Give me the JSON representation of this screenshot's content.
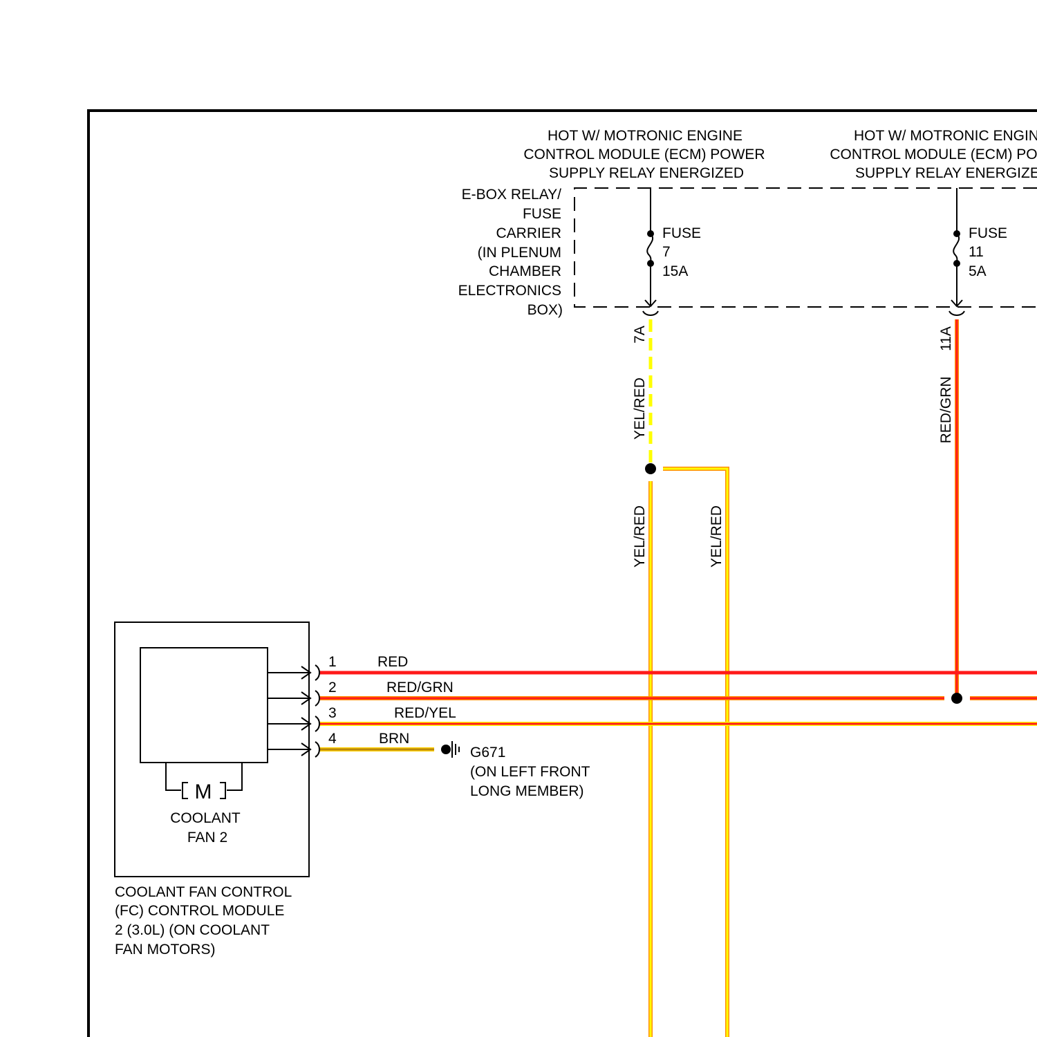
{
  "header_left": {
    "line1": "HOT W/ MOTRONIC ENGINE",
    "line2": "CONTROL MODULE (ECM) POWER",
    "line3": "SUPPLY RELAY ENERGIZED"
  },
  "header_right": {
    "line1": "HOT W/ MOTRONIC ENGINE",
    "line2": "CONTROL MODULE (ECM) POWER",
    "line3": "SUPPLY RELAY ENERGIZED"
  },
  "ebox": {
    "line1": "E-BOX RELAY/",
    "line2": "FUSE",
    "line3": "CARRIER",
    "line4": "(IN PLENUM",
    "line5": "CHAMBER",
    "line6": "ELECTRONICS",
    "line7": "BOX)"
  },
  "fuse7": {
    "name": "FUSE",
    "number": "7",
    "rating": "15A",
    "connector": "7A"
  },
  "fuse11": {
    "name": "FUSE",
    "number": "11",
    "rating": "5A",
    "connector": "11A"
  },
  "wires": {
    "fuse7_out": "YEL/RED",
    "left_branch": "YEL/RED",
    "right_branch": "YEL/RED",
    "fuse11_out": "RED/GRN"
  },
  "pins": [
    {
      "number": "1",
      "color_label": "RED"
    },
    {
      "number": "2",
      "color_label": "RED/GRN"
    },
    {
      "number": "3",
      "color_label": "RED/YEL"
    },
    {
      "number": "4",
      "color_label": "BRN"
    }
  ],
  "ground": {
    "id": "G671",
    "line1": "(ON LEFT FRONT",
    "line2": "LONG MEMBER)"
  },
  "motor": {
    "symbol": "M",
    "line1": "COOLANT",
    "line2": "FAN 2"
  },
  "module": {
    "line1": "COOLANT FAN CONTROL",
    "line2": "(FC) CONTROL MODULE",
    "line3": "2 (3.0L) (ON COOLANT",
    "line4": "FAN MOTORS)"
  },
  "colors": {
    "red": "#ff1a1a",
    "yellow": "#ffff00",
    "brown": "#b8860b",
    "orange_edge": "#ff8c00",
    "black": "#000000"
  }
}
